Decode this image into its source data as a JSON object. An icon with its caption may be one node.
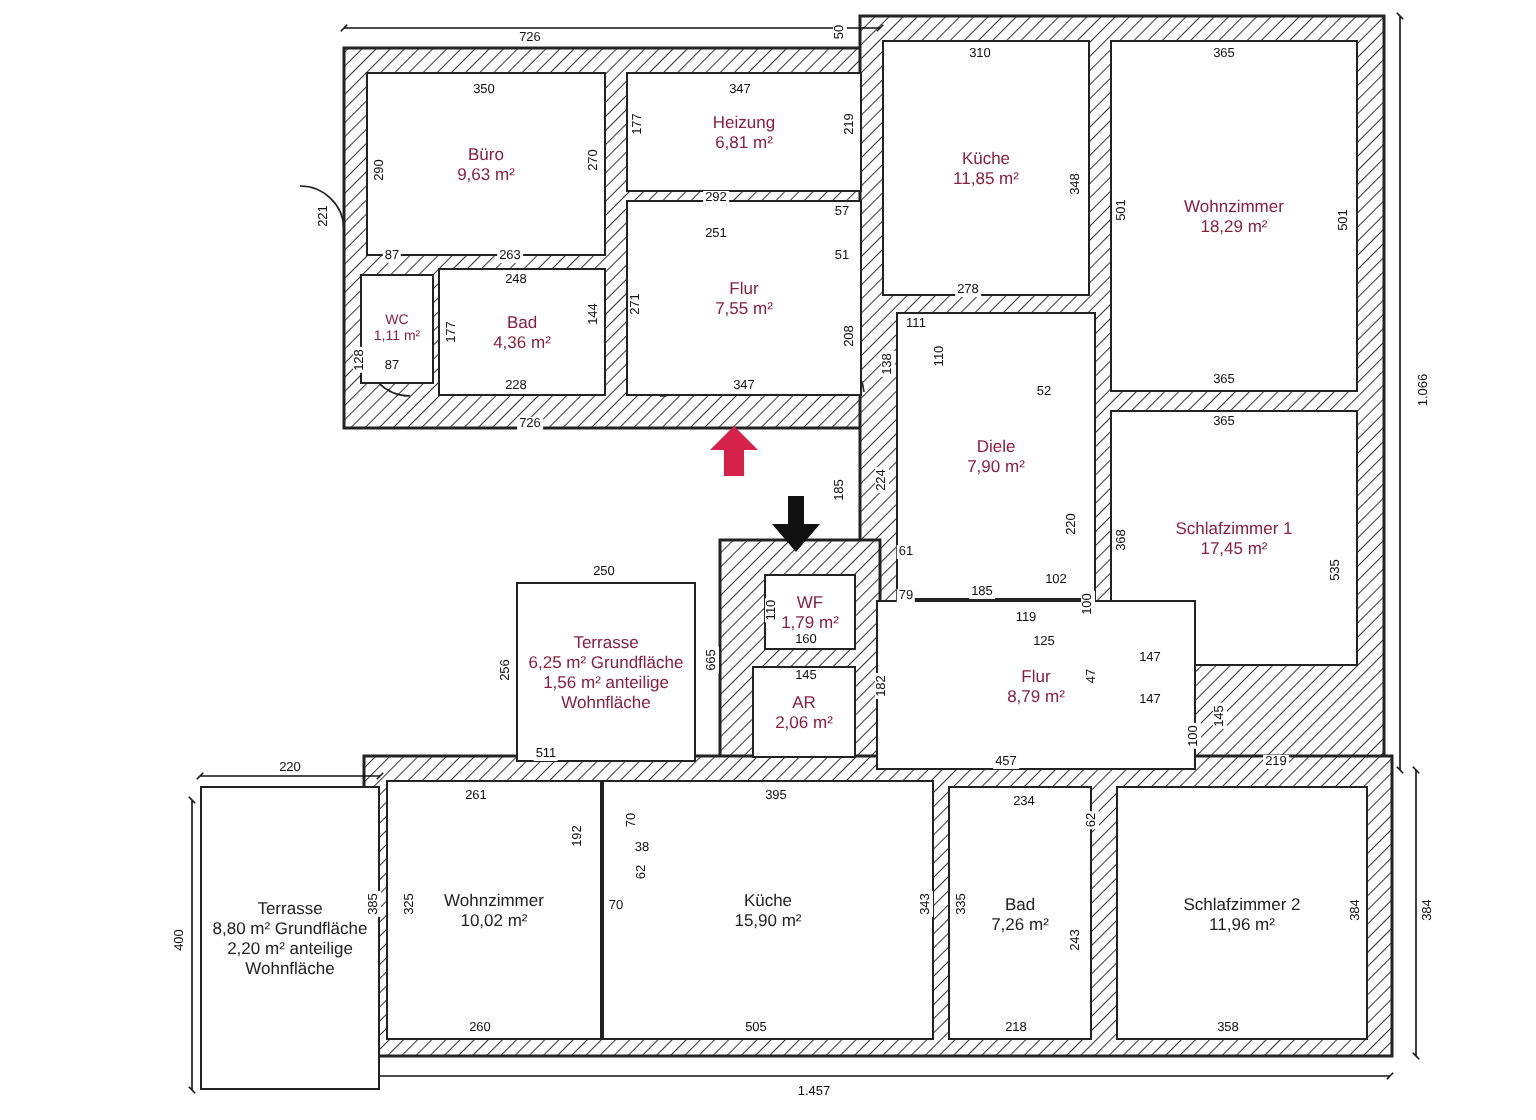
{
  "diagram": {
    "nodes": [
      {
        "text": [
          "Büro",
          "9,63 m²"
        ]
      },
      {
        "text": [
          "Heizung",
          "6,81 m²"
        ]
      },
      {
        "text": [
          "Küche",
          "11,85 m²"
        ]
      },
      {
        "text": [
          "Wohnzimmer",
          "18,29 m²"
        ]
      },
      {
        "text": [
          "WC",
          "1,11 m²"
        ]
      },
      {
        "text": [
          "Bad",
          "4,36 m²"
        ]
      },
      {
        "text": [
          "Flur",
          "7,55 m²"
        ]
      },
      {
        "text": [
          "Diele",
          "7,90 m²"
        ]
      },
      {
        "text": [
          "Schlafzimmer 1",
          "17,45 m²"
        ]
      },
      {
        "text": [
          "Terrasse",
          "6,25 m² Grundfläche",
          "1,56 m² anteilige Wohnfläche"
        ]
      },
      {
        "text": [
          "WF",
          "1,79 m²"
        ]
      },
      {
        "text": [
          "AR",
          "2,06 m²"
        ]
      },
      {
        "text": [
          "Flur",
          "8,79 m²"
        ]
      },
      {
        "text": [
          "Terrasse",
          "8,80 m² Grundfläche",
          "2,20 m² anteilige Wohnfläche"
        ]
      },
      {
        "text": [
          "Wohnzimmer",
          "10,02 m²"
        ]
      },
      {
        "text": [
          "Küche",
          "15,90 m²"
        ]
      },
      {
        "text": [
          "Bad",
          "7,26 m²"
        ]
      },
      {
        "text": [
          "Schlafzimmer 2",
          "11,96 m²"
        ]
      }
    ],
    "labels": [
      "726",
      "50",
      "350",
      "347",
      "310",
      "365",
      "221",
      "290",
      "270",
      "177",
      "219",
      "348",
      "501",
      "501",
      "292",
      "251",
      "57",
      "87",
      "263",
      "51",
      "248",
      "128",
      "177",
      "144",
      "271",
      "208",
      "87",
      "228",
      "347",
      "278",
      "111",
      "138",
      "110",
      "365",
      "726",
      "365",
      "1.066",
      "224",
      "52",
      "220",
      "368",
      "535",
      "185",
      "250",
      "61",
      "79",
      "185",
      "102",
      "100",
      "182",
      "119",
      "256",
      "110",
      "160",
      "665",
      "125",
      "47",
      "145",
      "147",
      "147",
      "145",
      "100",
      "511",
      "457",
      "219",
      "220",
      "261",
      "395",
      "234",
      "192",
      "70",
      "38",
      "62",
      "70",
      "400",
      "385",
      "325",
      "343",
      "335",
      "62",
      "243",
      "384",
      "384",
      "260",
      "505",
      "218",
      "358",
      "1.457"
    ]
  }
}
